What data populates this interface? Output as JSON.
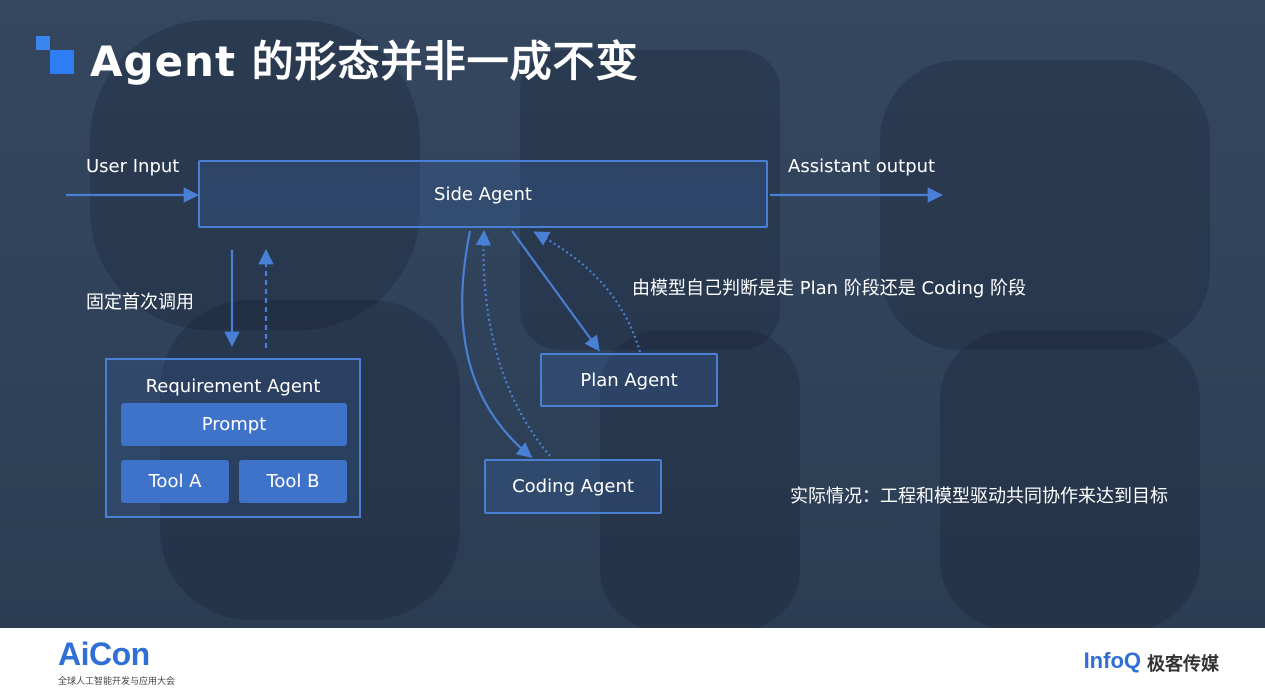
{
  "title": "Agent 的形态并非一成不变",
  "labels": {
    "user_input": "User Input",
    "assistant_output": "Assistant output",
    "fixed_call": "固定首次调用",
    "model_judge": "由模型自己判断是走 Plan 阶段还是 Coding 阶段",
    "reality": "实际情况：工程和模型驱动共同协作来达到目标"
  },
  "nodes": {
    "side_agent": "Side Agent",
    "requirement_agent": "Requirement Agent",
    "prompt": "Prompt",
    "tool_a": "Tool A",
    "tool_b": "Tool B",
    "plan_agent": "Plan Agent",
    "coding_agent": "Coding Agent"
  },
  "footer": {
    "aicon_logo": "AiCon",
    "aicon_sub": "全球人工智能开发与应用大会",
    "infoq_logo": "InfoQ",
    "infoq_sub": "极客传媒"
  },
  "colors": {
    "accent": "#3a86f0",
    "line": "#4a7fd6",
    "chip": "#3f72c9"
  }
}
